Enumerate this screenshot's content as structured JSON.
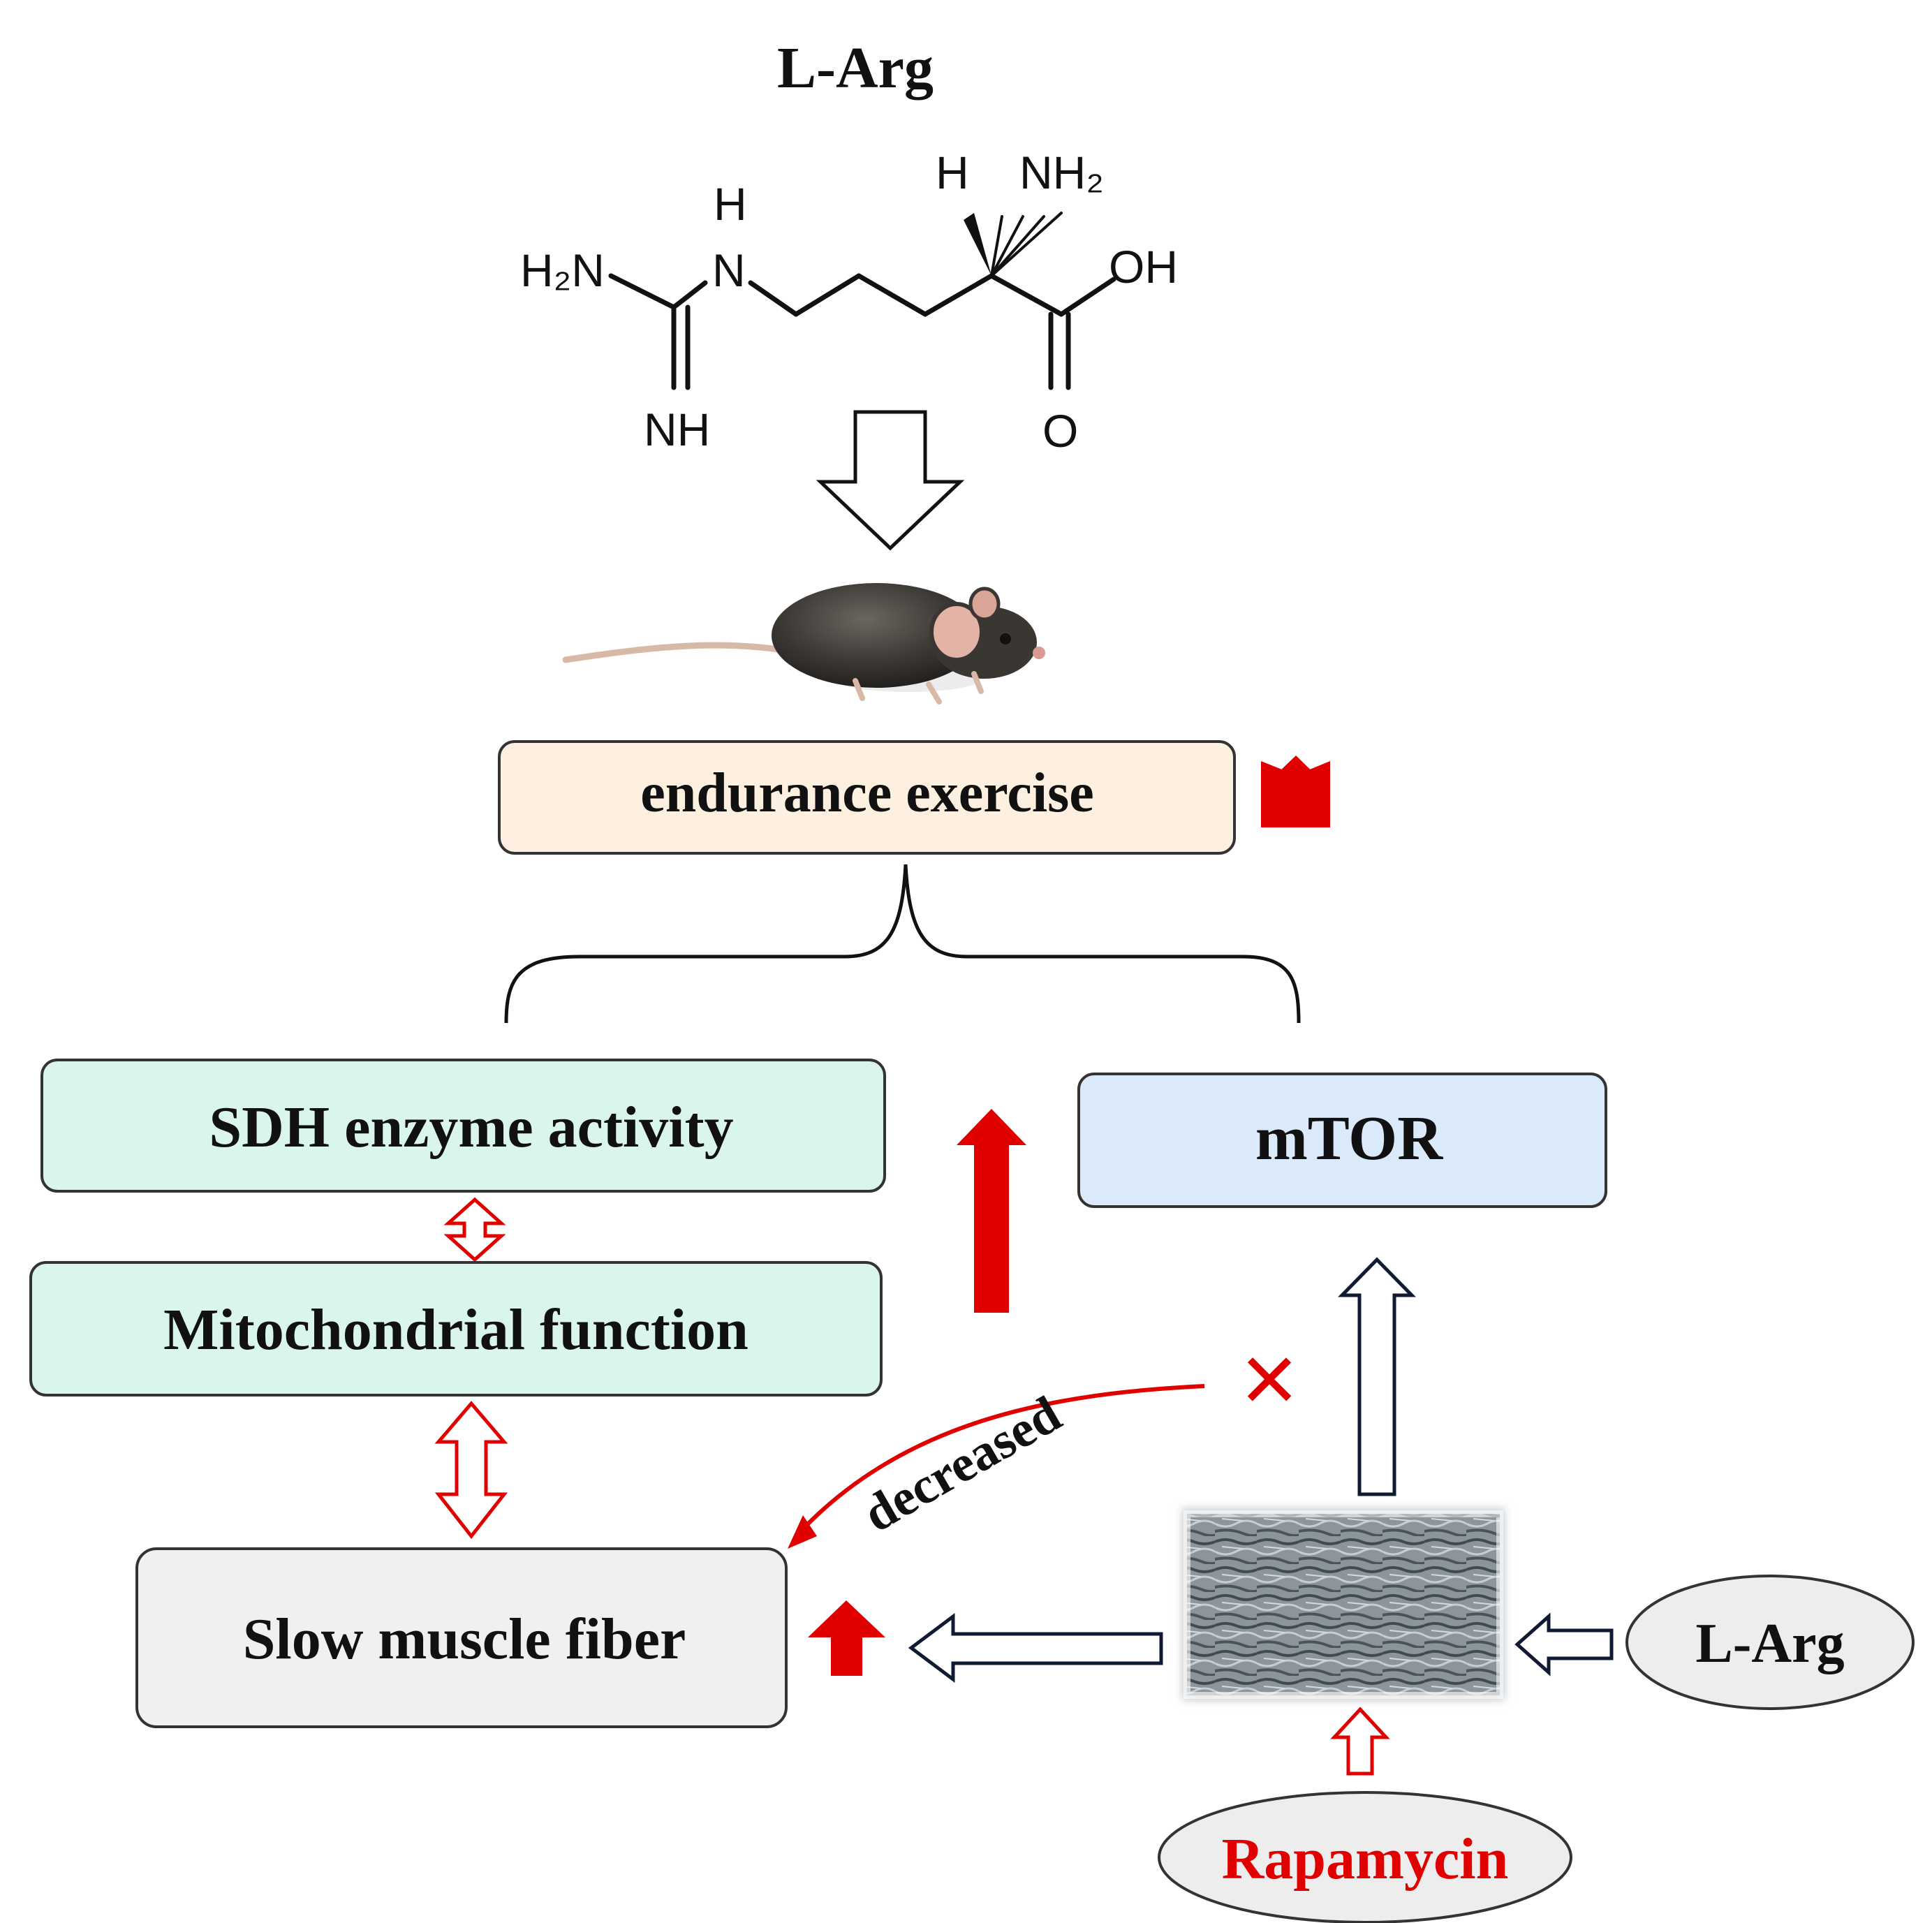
{
  "title": "L-Arg",
  "molecule": {
    "atoms": {
      "h2n": "H₂N",
      "n_h": "H",
      "n": "N",
      "nh": "NH",
      "h_stereo": "H",
      "nh2": "NH₂",
      "oh": "OH",
      "o": "O"
    }
  },
  "boxes": {
    "endurance": "endurance exercise",
    "sdh": "SDH enzyme activity",
    "mito": "Mitochondrial function",
    "mtor": "mTOR",
    "slow": "Slow muscle fiber"
  },
  "ellipses": {
    "larg": "L-Arg",
    "rapamycin": "Rapamycin"
  },
  "labels": {
    "decreased": "decreased",
    "cross": "×"
  },
  "colors": {
    "red": "#e00000",
    "navy": "#111a33",
    "endurance_fill": "#fdf0e0",
    "green_fill": "#d9f5ec",
    "mtor_fill": "#dbeafa",
    "slow_fill": "#f0f0f0",
    "ellipse_fill": "#ededed"
  }
}
